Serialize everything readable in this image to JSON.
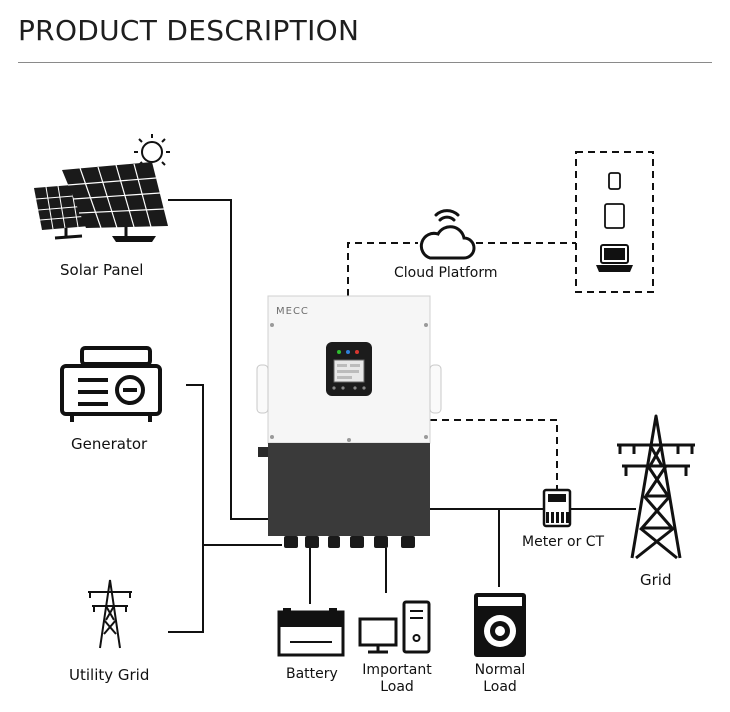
{
  "header": {
    "title": "PRODUCT DESCRIPTION"
  },
  "inverter": {
    "brand": "MECC"
  },
  "labels": {
    "solar_panel": "Solar Panel",
    "generator": "Generator",
    "utility_grid": "Utility Grid",
    "cloud_platform": "Cloud Platform",
    "meter": "Meter or CT",
    "grid": "Grid",
    "battery": "Battery",
    "important_load_1": "Important",
    "important_load_2": "Load",
    "normal_load_1": "Normal",
    "normal_load_2": "Load"
  }
}
